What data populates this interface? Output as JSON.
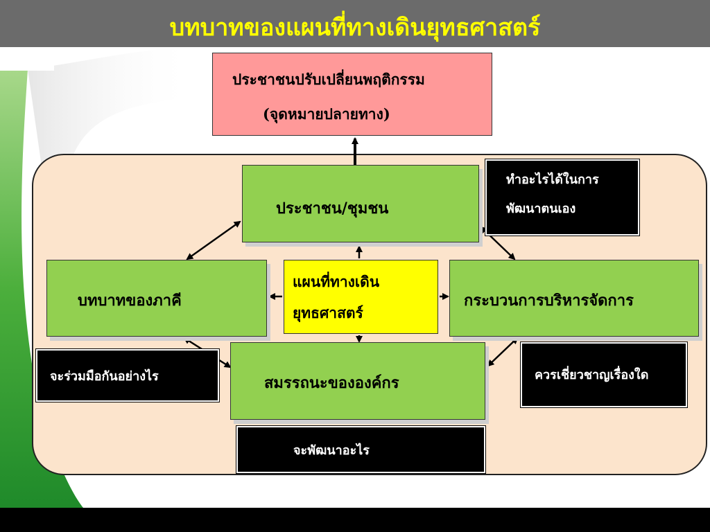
{
  "title": "บทบาทของแผนที่ทางเดินยุทธศาสตร์",
  "goal_box": {
    "line1": "ประชาชนปรับเปลี่ยนพฤติกรรม",
    "line2": "(จุดหมายปลายทาง)"
  },
  "people_box": {
    "label": "ประชาชน/ชุมชน"
  },
  "partners_box": {
    "label": "บทบาทของภาคี"
  },
  "center_box": {
    "line1": "แผนที่ทางเดิน",
    "line2": "ยุทธศาสตร์"
  },
  "process_box": {
    "label": "กระบวนการบริหารจัดการ"
  },
  "capacity_box": {
    "label": "สมรรถนะขององค์กร"
  },
  "question_self_dev": {
    "line1": "ทำอะไรได้ในการ",
    "line2": "พัฒนาตนเอง"
  },
  "question_cooperate": {
    "label": "จะร่วมมือกันอย่างไร"
  },
  "question_expertise": {
    "label": "ควรเชี่ยวชาญเรื่องใด"
  },
  "question_develop": {
    "label": "จะพัฒนาอะไร"
  },
  "colors": {
    "title_bar": "#6b6b6b",
    "title_text": "#ffff00",
    "goal_fill": "#ff9999",
    "green_fill": "#92d050",
    "center_fill": "#ffff00",
    "panel_fill": "#fce4cc",
    "question_fill": "#000000"
  }
}
